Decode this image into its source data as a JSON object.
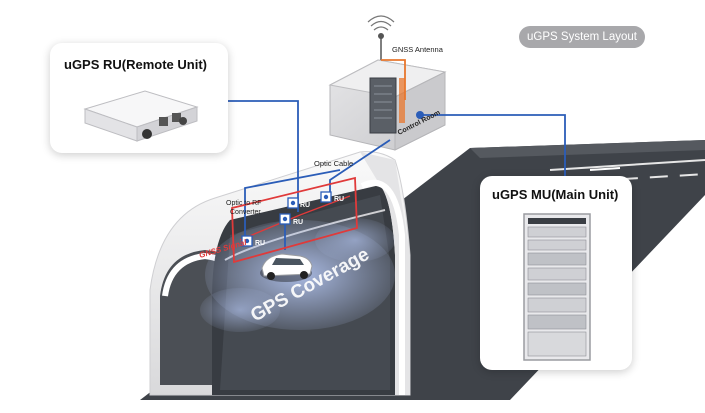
{
  "badge": "uGPS System Layout",
  "ru_card": {
    "title": "uGPS RU(Remote Unit)"
  },
  "mu_card": {
    "title": "uGPS MU(Main Unit)"
  },
  "labels": {
    "antenna": "GNSS Antenna",
    "control_room": "Control Room",
    "optic_cable": "Optic Cable",
    "converter_line1": "Optic to RF",
    "converter_line2": "Converter",
    "gnss_signal": "GNSS Signal",
    "coverage": "GPS Coverage"
  },
  "ru_units": [
    "RU",
    "RU",
    "RU",
    "RU"
  ],
  "colors": {
    "cable_blue": "#2b5db8",
    "signal_red": "#e03a3a",
    "antenna_orange": "#e8772e",
    "road_dark": "#3f4349",
    "tunnel_white": "#f1f1f2",
    "coverage_blue": "#9fb4e6",
    "badge_gray": "#a8a8ab"
  }
}
